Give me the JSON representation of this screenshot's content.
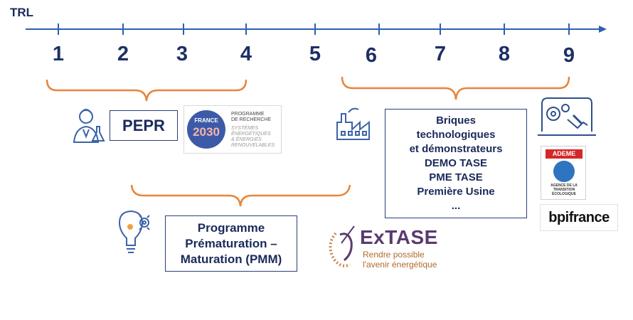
{
  "axis": {
    "label": "TRL",
    "ticks": [
      "1",
      "2",
      "3",
      "4",
      "5",
      "6",
      "7",
      "8",
      "9"
    ]
  },
  "boxes": {
    "pepr": "PEPR",
    "pmm_lines": [
      "Programme",
      "Prématuration –",
      "Maturation (PMM)"
    ],
    "briques_lines": [
      "Briques",
      "technologiques",
      "et démonstrateurs",
      "DEMO TASE",
      "PME TASE",
      "Première Usine",
      "..."
    ]
  },
  "logos": {
    "france2030": {
      "circle_top": "FRANCE",
      "circle_year": "2030",
      "prog_lines": [
        "PROGRAMME",
        "DE RECHERCHE"
      ],
      "theme_lines": [
        "SYSTÈMES",
        "ÉNERGÉTIQUES",
        "& ÉNERGIES",
        "RENOUVELABLES"
      ]
    },
    "ademe": {
      "name": "ADEME",
      "sub_lines": [
        "AGENCE DE LA",
        "TRANSITION",
        "ÉCOLOGIQUE"
      ]
    },
    "bpi": "bpifrance",
    "extase": {
      "name": "ExTASE",
      "tagline_lines": [
        "Rendre possible",
        "l'avenir énergétique"
      ]
    }
  },
  "colors": {
    "axis": "#2d5fb0",
    "brace": "#e8843a",
    "text": "#1d2f66",
    "icon": "#3b63a8"
  }
}
